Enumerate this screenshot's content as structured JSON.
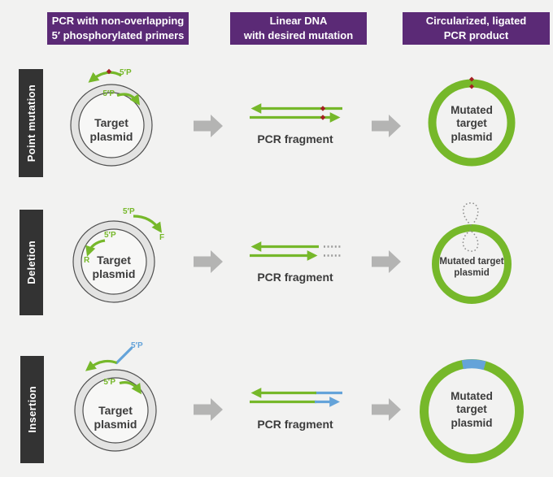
{
  "palette": {
    "background": "#f2f2f1",
    "header_purple": "#5b2a76",
    "row_label_dark": "#333333",
    "green": "#76b82a",
    "blue": "#64a3d9",
    "gray_arrow": "#b4b4b3",
    "mutation_red": "#a32022",
    "ring_fill": "#e3e3e2",
    "ring_outline": "#4f4f4f",
    "text_dark": "#3c3c3c"
  },
  "headers": [
    {
      "label": "PCR with non-overlapping\n5′ phosphorylated primers"
    },
    {
      "label": "Linear DNA\nwith desired mutation"
    },
    {
      "label": "Circularized, ligated\nPCR product"
    }
  ],
  "rows": [
    {
      "label": "Point mutation",
      "plasmid_label": "Target\nplasmid",
      "outer_primer_label": "5′P",
      "inner_primer_label": "5′P",
      "fragment_label": "PCR fragment",
      "product_label": "Mutated\ntarget\nplasmid"
    },
    {
      "label": "Deletion",
      "plasmid_label": "Target\nplasmid",
      "outer_primer_label": "5′P",
      "inner_primer_label": "5′P",
      "forward_label": "F",
      "reverse_label": "R",
      "fragment_label": "PCR fragment",
      "product_label": "Mutated target\nplasmid"
    },
    {
      "label": "Insertion",
      "plasmid_label": "Target\nplasmid",
      "insert_primer_label": "5′P",
      "inner_primer_label": "5′P",
      "fragment_label": "PCR fragment",
      "product_label": "Mutated\ntarget\nplasmid"
    }
  ]
}
